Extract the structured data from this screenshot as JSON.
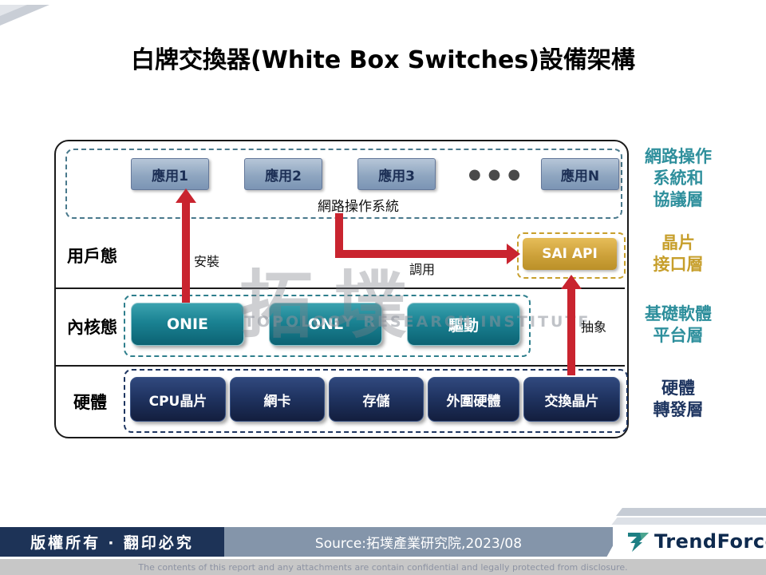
{
  "title": "白牌交換器(White Box Switches)設備架構",
  "diagram": {
    "os_area": {
      "apps": [
        "應用1",
        "應用2",
        "應用3",
        "應用N"
      ],
      "ellipsis": "●●●",
      "os_label": "網路操作系統"
    },
    "rows": {
      "user_mode": "用戶態",
      "kernel_mode": "內核態",
      "hardware": "硬體"
    },
    "arrows": {
      "install": "安裝",
      "call": "調用",
      "abstract": "抽象"
    },
    "sai_api": "SAI API",
    "kernel_boxes": [
      "ONIE",
      "ONL",
      "驅動"
    ],
    "hardware_boxes": [
      "CPU晶片",
      "網卡",
      "存儲",
      "外圍硬體",
      "交換晶片"
    ],
    "right_labels": [
      {
        "lines": [
          "網路操作",
          "系統和",
          "協議層"
        ],
        "color": "#2E8F9C"
      },
      {
        "lines": [
          "晶片",
          "接口層"
        ],
        "color": "#C79F2C"
      },
      {
        "lines": [
          "基礎軟體",
          "平台層"
        ],
        "color": "#2E8F9C"
      },
      {
        "lines": [
          "硬體",
          "轉發層"
        ],
        "color": "#1E3560"
      }
    ]
  },
  "watermark": {
    "cn": "拓墣",
    "en": "TOPOLOGY RESEARCH INSTITUTE"
  },
  "footer": {
    "copyright": "版權所有 ‧ 翻印必究",
    "source": "Source:拓墣產業研究院,2023/08",
    "brand": "TrendForce",
    "disclaimer": "The contents of this report and any attachments are contain confidential and legally protected from disclosure."
  },
  "colors": {
    "arrow_red": "#C9242F",
    "teal": "#1B7A89",
    "navy": "#1E3560",
    "gold": "#C79F2C",
    "steel": "#8AA2BE"
  }
}
